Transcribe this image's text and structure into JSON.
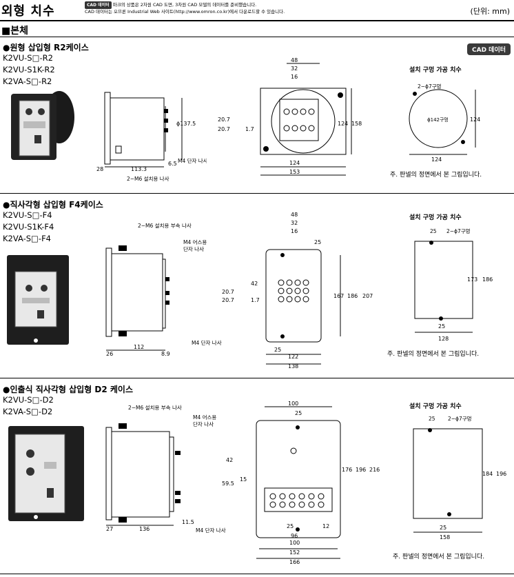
{
  "header": {
    "title": "외형 치수",
    "cad_tag": "CAD 데이터",
    "note_line1": "마크의 상품은 2차원 CAD 도면, 3차원 CAD 모델의 데이터를 준비했습니다.",
    "note_line2": "CAD 데이터는 오므론 Industrial Web 사이트(http://www.omron.co.kr)에서 다운로드할 수 있습니다.",
    "unit": "(단위: mm)"
  },
  "main_section": "■본체",
  "sections": [
    {
      "title": "●원형 삽입형  R2케이스",
      "models": [
        "K2VU-S□-R2",
        "K2VU-S1K-R2",
        "K2VA-S□-R2"
      ],
      "cad_button": "CAD 데이터",
      "panel_title": "설치 구멍 가공 치수",
      "panel_note": "주.  판넬의 정면에서 본 그림입니다.",
      "dims": {
        "d48": "48",
        "d32": "32",
        "d16": "16",
        "d20a": "20.7",
        "d20b": "20.7",
        "d17": "1.7",
        "d124v": "124",
        "d158": "158",
        "d124h": "124",
        "d153": "153",
        "d28": "28",
        "d113": "113.3",
        "d65": "6.5",
        "phi137": "ϕ137.5",
        "m4": "M4 단자 나사",
        "m6": "2−M6 설치용 나사",
        "holes": "2−ϕ7구멍",
        "phi142": "ϕ142구멍",
        "p124v": "124",
        "p124h": "124"
      }
    },
    {
      "title": "●직사각형 삽입형  F4케이스",
      "models": [
        "K2VU-S□-F4",
        "K2VU-S1K-F4",
        "K2VA-S□-F4"
      ],
      "panel_title": "설치 구멍 가공 치수",
      "panel_note": "주.  판넬의 정면에서 본 그림입니다.",
      "dims": {
        "d48": "48",
        "d32": "32",
        "d16": "16",
        "d25": "25",
        "d42": "42",
        "d20a": "20.7",
        "d20b": "20.7",
        "d17": "1.7",
        "d167": "167",
        "d186": "186",
        "d207": "207",
        "d25b": "25",
        "d122": "122",
        "d138": "138",
        "d26": "26",
        "d112": "112",
        "d89": "8.9",
        "m6": "2−M6 설치용 부속 나사",
        "m4up": "M4 어스용",
        "m4up2": "단자 나사",
        "m4": "M4 단자 나사",
        "p25": "25",
        "holes": "2−ϕ7구멍",
        "p173": "173",
        "p186": "186",
        "p25b": "25",
        "p128": "128"
      }
    },
    {
      "title": "●인출식 직사각형 삽입형 D2 케이스",
      "models": [
        "K2VU-S□-D2",
        "K2VA-S□-D2"
      ],
      "panel_title": "설치 구멍 가공 치수",
      "panel_note": "주.  판넬의 정면에서 본 그림입니다.",
      "dims": {
        "d100t": "100",
        "d25t": "25",
        "d42": "42",
        "d595": "59.5",
        "d15": "15",
        "d176": "176",
        "d196": "196",
        "d216": "216",
        "d25b": "25",
        "d12": "12",
        "d96": "96",
        "d100b": "100",
        "d152": "152",
        "d166": "166",
        "d27": "27",
        "d136": "136",
        "d115": "11.5",
        "m6": "2−M6 설치용 부속 나사",
        "m4up": "M4 어스용",
        "m4up2": "단자 나사",
        "m4": "M4 단자 나사",
        "p25": "25",
        "holes": "2−ϕ7구멍",
        "p184": "184",
        "p196": "196",
        "p25b": "25",
        "p158": "158"
      }
    }
  ]
}
